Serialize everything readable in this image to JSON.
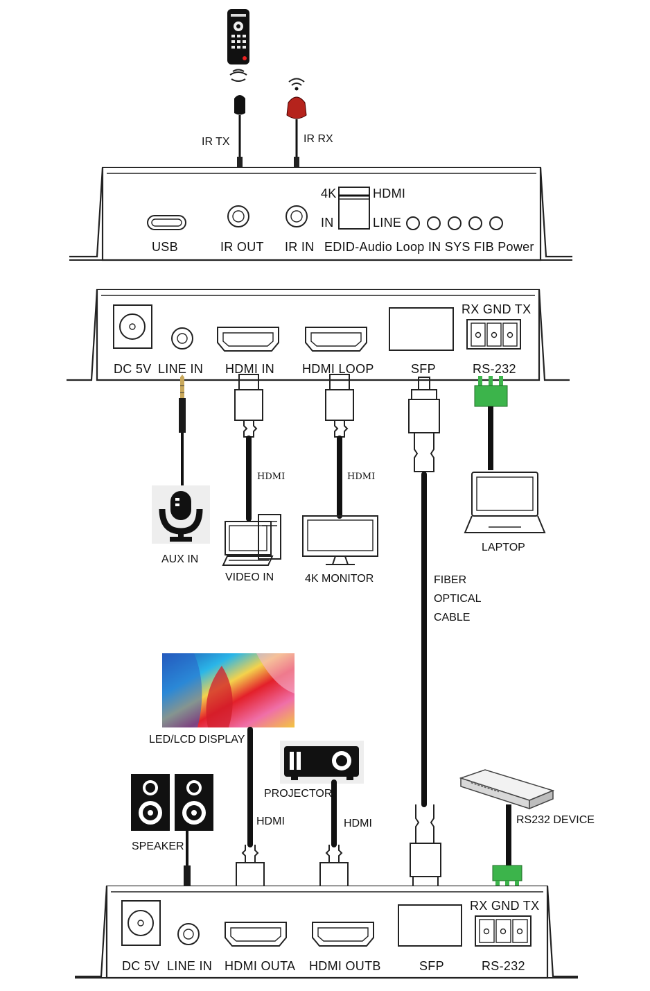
{
  "top_unit": {
    "ir_tx_label": "IR TX",
    "ir_rx_label": "IR RX",
    "switch_4k": "4K",
    "switch_hdmi": "HDMI",
    "switch_in": "IN",
    "switch_line": "LINE",
    "port_usb": "USB",
    "port_ir_out": "IR OUT",
    "port_ir_in": "IR IN",
    "indicator_labels": "EDID-Audio Loop IN SYS FIB Power"
  },
  "tx_unit": {
    "port_dc": "DC 5V",
    "port_line_in": "LINE IN",
    "port_hdmi_in": "HDMI IN",
    "port_hdmi_loop": "HDMI LOOP",
    "port_sfp": "SFP",
    "port_rs232": "RS-232",
    "rs232_pins": "RX GND TX"
  },
  "tx_devices": {
    "aux_in": "AUX IN",
    "video_in": "VIDEO IN",
    "monitor_4k": "4K MONITOR",
    "laptop": "LAPTOP",
    "hdmi_cable_1": "HDMI",
    "hdmi_cable_2": "HDMI",
    "fiber_line1": "FIBER",
    "fiber_line2": "OPTICAL",
    "fiber_line3": "CABLE"
  },
  "rx_devices": {
    "display": "LED/LCD DISPLAY",
    "projector": "PROJECTOR",
    "speaker": "SPEAKER",
    "hdmi_cable_a": "HDMI",
    "hdmi_cable_b": "HDMI",
    "rs232_device": "RS232 DEVICE"
  },
  "rx_unit": {
    "port_dc": "DC 5V",
    "port_line_in": "LINE IN",
    "port_hdmi_outa": "HDMI OUTA",
    "port_hdmi_outb": "HDMI OUTB",
    "port_sfp": "SFP",
    "port_rs232": "RS-232",
    "rs232_pins": "RX GND TX"
  },
  "colors": {
    "terminal_green": "#3cb44b",
    "ir_receiver_red": "#b5231c",
    "line": "#222222"
  }
}
